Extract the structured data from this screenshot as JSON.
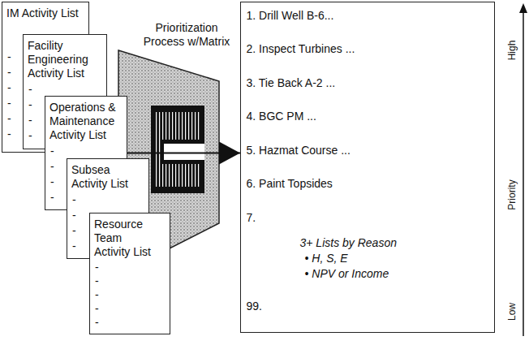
{
  "diagram": {
    "nodes": [
      {
        "text": [
          "IM Activity List",
          "-",
          "-",
          "-",
          "-",
          "-",
          "-"
        ]
      },
      {
        "text": [
          "Facility Engineering Activity List",
          "-",
          "-",
          "-",
          "-"
        ]
      },
      {
        "text": [
          "Operations & Maintenance Activity List",
          "-",
          "-",
          "-",
          "-"
        ]
      },
      {
        "text": [
          "Subsea Activity List",
          "-",
          "-",
          "-",
          "-"
        ]
      },
      {
        "text": [
          "Resource Team Activity List",
          "-",
          "-",
          "-",
          "-",
          "-"
        ]
      },
      {
        "text": [
          "Prioritization Process w/Matrix"
        ]
      },
      {
        "text": [
          "1. Drill Well B-6...",
          "2. Inspect Turbines ...",
          "3. Tie Back A-2 ...",
          "4. BGC PM ...",
          "5. Hazmat Course ...",
          "6. Paint Topsides",
          "7.",
          "3+ Lists by Reason",
          "• H, S, E",
          "• NPV or Income",
          "99."
        ]
      }
    ],
    "edges": [
      {
        "from": 2,
        "to": 6,
        "arrow": "to"
      }
    ],
    "labels": [
      "High",
      "Priority",
      "Low"
    ]
  }
}
